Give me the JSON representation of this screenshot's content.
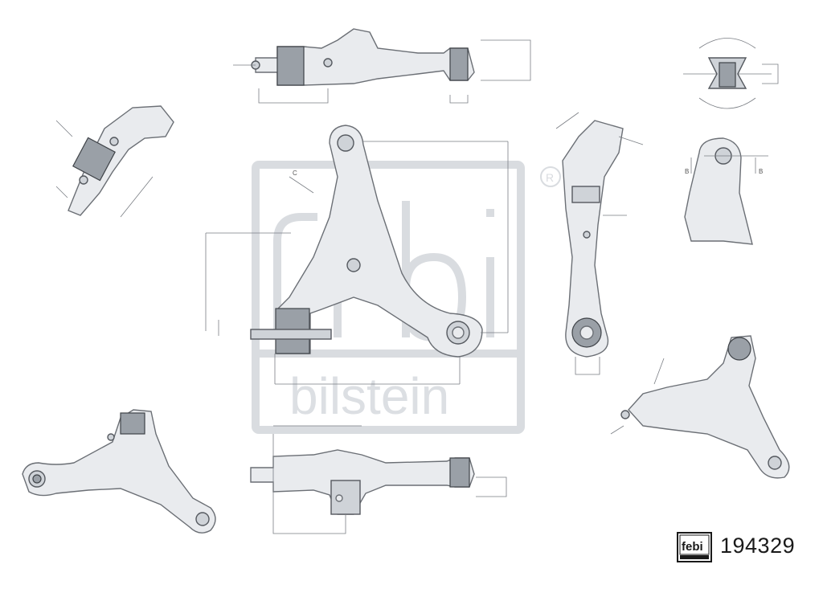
{
  "product": {
    "brand_logo_text": "febi",
    "watermark_text": "bilstein",
    "part_number": "194329"
  },
  "dimension_labels": {
    "angle_label_main": "C",
    "angle_label_bushing_left": "B",
    "angle_label_bushing_right": "B"
  },
  "colors": {
    "part_light": "#e9ebee",
    "part_outline": "#6b6f75",
    "bushing": "#9aa0a7",
    "watermark": "#d9dce0",
    "text": "#1a1a1a"
  }
}
